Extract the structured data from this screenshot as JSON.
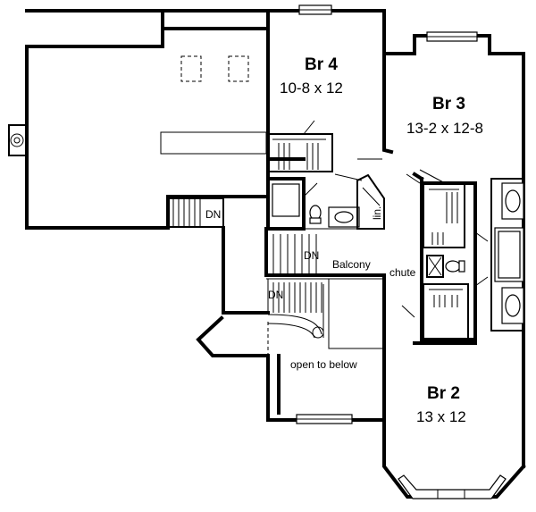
{
  "rooms": {
    "br4": {
      "name": "Br 4",
      "dims": "10-8 x 12"
    },
    "br3": {
      "name": "Br 3",
      "dims": "13-2 x 12-8"
    },
    "br2": {
      "name": "Br 2",
      "dims": "13 x 12"
    }
  },
  "labels": {
    "dn_left": "DN",
    "dn_center": "DN",
    "dn_lower": "DN",
    "balcony": "Balcony",
    "chute": "chute",
    "lin": "lin.",
    "open_to_below": "open to below"
  }
}
